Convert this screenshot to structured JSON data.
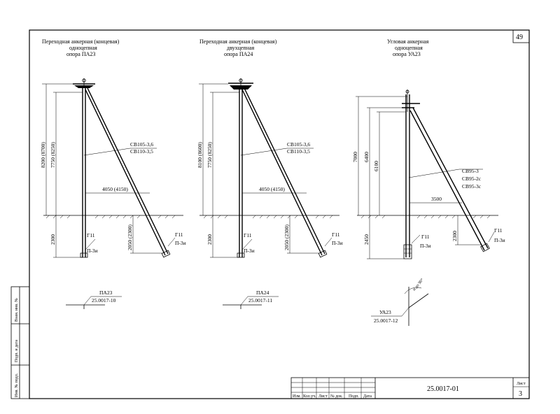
{
  "sheet_number": "49",
  "drawings": [
    {
      "id": "pa23",
      "title_lines": [
        "Переходная анкерная (концевая)",
        "одноцепная",
        "опора ПА23"
      ],
      "dim_total": "8200 (8700)",
      "dim_mid": "7750 (8250)",
      "dim_below": "2300",
      "dim_strut_depth": "2050 (2300)",
      "dim_span": "4050 (4150)",
      "strut_labels": [
        "СВ105-3,6",
        "СВ110-3,5"
      ],
      "footing_labels": [
        "Г11",
        "П-3и"
      ],
      "strut_footing_labels": [
        "Г11",
        "П-3и"
      ],
      "plan_code": "ПА23",
      "plan_ref": "25.0017-10"
    },
    {
      "id": "pa24",
      "title_lines": [
        "Переходная анкерная (концевая)",
        "двухцепная",
        "опора ПА24"
      ],
      "dim_total": "8100 (8600)",
      "dim_mid": "7750 (8250)",
      "dim_below": "2300",
      "dim_strut_depth": "2050 (2300)",
      "dim_span": "4050 (4150)",
      "strut_labels": [
        "СВ105-3,6",
        "СВ110-3,5"
      ],
      "footing_labels": [
        "Г11",
        "П-3и"
      ],
      "strut_footing_labels": [
        "Г11",
        "П-3и"
      ],
      "plan_code": "ПА24",
      "plan_ref": "25.0017-11"
    },
    {
      "id": "ua23",
      "title_lines": [
        "Угловая анкерная",
        "одноцепная",
        "опора УА23"
      ],
      "dim_total": "7000",
      "dim_mid": "6400",
      "dim_mid2": "6100",
      "dim_below": "2450",
      "dim_strut_depth": "2300",
      "dim_span": "3500",
      "strut_labels": [
        "СВ95-3",
        "СВ95-2с",
        "СВ95-3с"
      ],
      "footing_labels": [
        "Г11",
        "П-3и"
      ],
      "strut_footing_labels": [
        "Г11",
        "П-3и"
      ],
      "plan_code": "УА23",
      "plan_ref": "25.0017-12",
      "plan_angle": "α до 90°"
    }
  ],
  "left_strip": [
    "Взам. инв. №",
    "Подп. и дата",
    "Инв. № подл."
  ],
  "stamp": {
    "cols": [
      "Изм.",
      "Кол.уч.",
      "Лист",
      "№ док.",
      "Подп.",
      "Дата"
    ],
    "doc_code": "25.0017-01",
    "sheet_label": "Лист",
    "sheet_value": "3"
  }
}
